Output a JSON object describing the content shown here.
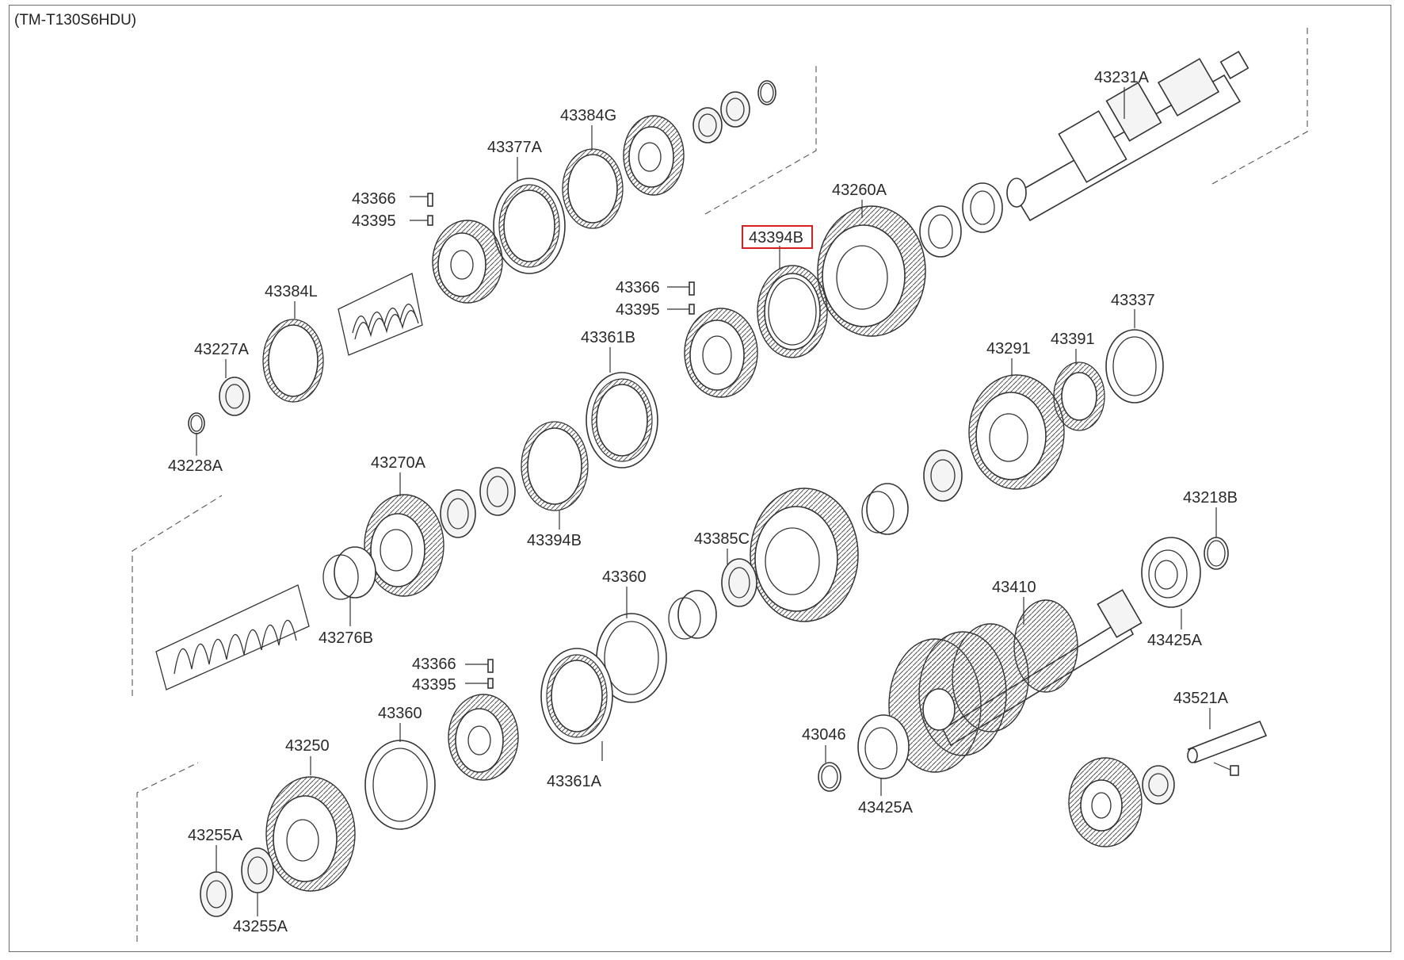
{
  "model_code": "(TM-T130S6HDU)",
  "highlighted_part": "43394B",
  "labels": [
    "43231A",
    "43384G",
    "43377A",
    "43366",
    "43395",
    "43260A",
    "43394B",
    "43384L",
    "43366",
    "43395",
    "43227A",
    "43361B",
    "43337",
    "43291",
    "43391",
    "43228A",
    "43270A",
    "43394B",
    "43218B",
    "43385C",
    "43360",
    "43410",
    "43276B",
    "43425A",
    "43366",
    "43395",
    "43360",
    "43521A",
    "43250",
    "43046",
    "43361A",
    "43425A",
    "43255A",
    "43255A"
  ]
}
